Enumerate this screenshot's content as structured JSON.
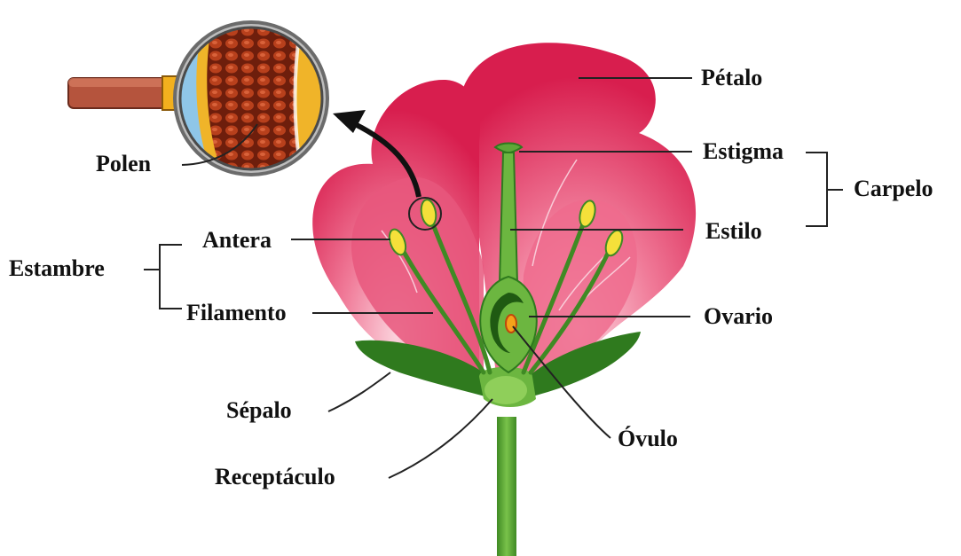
{
  "labels": {
    "petalo": "Pétalo",
    "estigma": "Estigma",
    "carpelo": "Carpelo",
    "estilo": "Estilo",
    "ovario": "Ovario",
    "ovulo": "Óvulo",
    "polen": "Polen",
    "estambre": "Estambre",
    "antera": "Antera",
    "filamento": "Filamento",
    "sepalo": "Sépalo",
    "receptaculo": "Receptáculo"
  },
  "colors": {
    "petal_dark": "#d81e4e",
    "petal_mid": "#ee4d74",
    "petal_light": "#f7a9bb",
    "green_dark": "#2f7a1e",
    "green_mid": "#5ea838",
    "green_light": "#8fcf5a",
    "anther_yellow": "#f5e03a",
    "pollen_brown": "#8a2a10",
    "line": "#222222"
  }
}
